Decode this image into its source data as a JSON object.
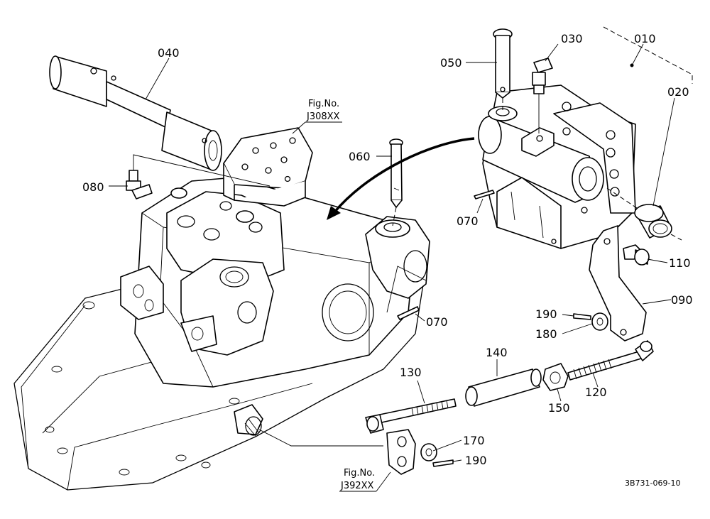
{
  "callouts": [
    {
      "id": "040",
      "text": "040"
    },
    {
      "id": "030",
      "text": "030"
    },
    {
      "id": "010",
      "text": "010"
    },
    {
      "id": "050",
      "text": "050"
    },
    {
      "id": "020",
      "text": "020"
    },
    {
      "id": "060",
      "text": "060"
    },
    {
      "id": "080",
      "text": "080"
    },
    {
      "id": "070a",
      "text": "070"
    },
    {
      "id": "110",
      "text": "110"
    },
    {
      "id": "090",
      "text": "090"
    },
    {
      "id": "190a",
      "text": "190"
    },
    {
      "id": "180",
      "text": "180"
    },
    {
      "id": "070b",
      "text": "070"
    },
    {
      "id": "140",
      "text": "140"
    },
    {
      "id": "130",
      "text": "130"
    },
    {
      "id": "120",
      "text": "120"
    },
    {
      "id": "150",
      "text": "150"
    },
    {
      "id": "170",
      "text": "170"
    },
    {
      "id": "190b",
      "text": "190"
    }
  ],
  "figure_refs": [
    {
      "prefix": "Fig.No.",
      "number": "J308XX"
    },
    {
      "prefix": "Fig.No.",
      "number": "J392XX"
    }
  ],
  "drawing_code": "3B731-069-10"
}
